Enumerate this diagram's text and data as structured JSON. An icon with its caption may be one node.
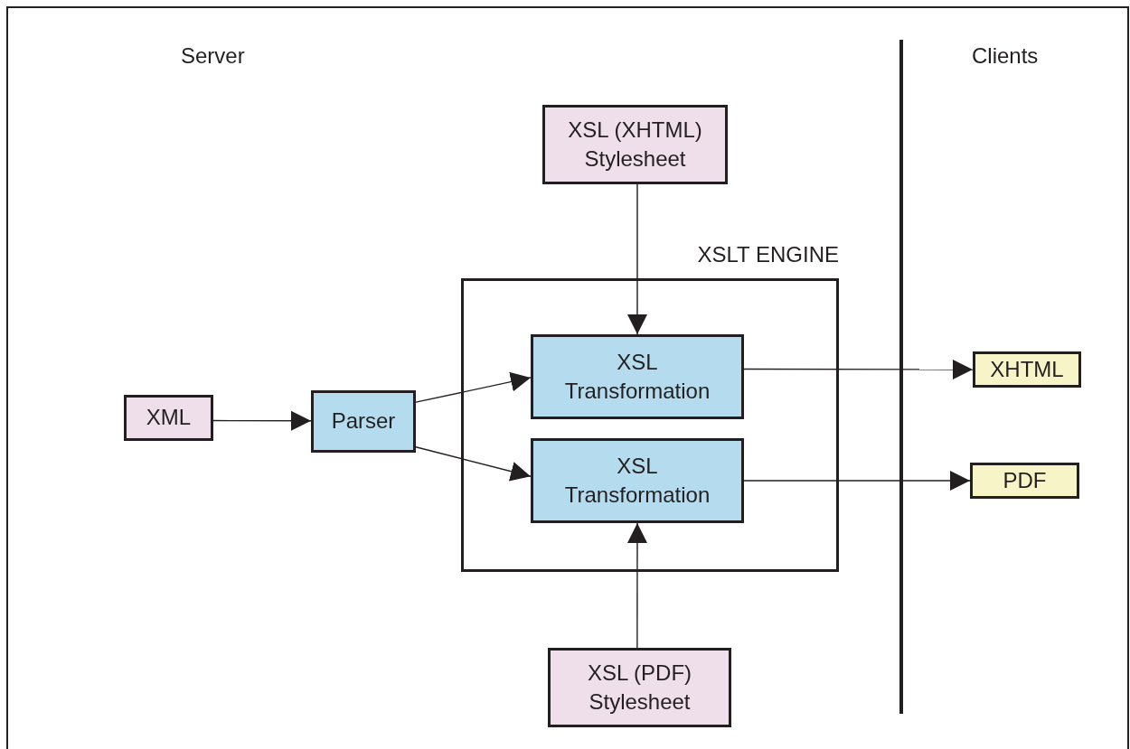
{
  "diagram": {
    "nodes": [
      {
        "text": [
          "XSL (XHTML) Stylesheet"
        ]
      },
      {
        "text": [
          "XSLT ENGINE"
        ]
      },
      {
        "text": [
          "XML"
        ]
      },
      {
        "text": [
          "Parser"
        ]
      },
      {
        "text": [
          "XSL Transformation"
        ],
        "in": 1
      },
      {
        "text": [
          "XSL Transformation"
        ],
        "in": 1
      },
      {
        "text": [
          "XSL (PDF) Stylesheet"
        ]
      },
      {
        "text": [
          "XHTML"
        ]
      },
      {
        "text": [
          "PDF"
        ]
      }
    ],
    "edges": [
      {
        "from": 0,
        "to": 4,
        "arrow": "to"
      },
      {
        "from": 2,
        "to": 3,
        "arrow": "to"
      },
      {
        "from": 3,
        "to": 4,
        "arrow": "to"
      },
      {
        "from": 3,
        "to": 5,
        "arrow": "to"
      },
      {
        "from": 4,
        "to": 7,
        "arrow": "to"
      },
      {
        "from": 5,
        "to": 8,
        "arrow": "to"
      },
      {
        "from": 6,
        "to": 5,
        "arrow": "to"
      }
    ],
    "labels": [
      "Server",
      "Clients"
    ]
  }
}
